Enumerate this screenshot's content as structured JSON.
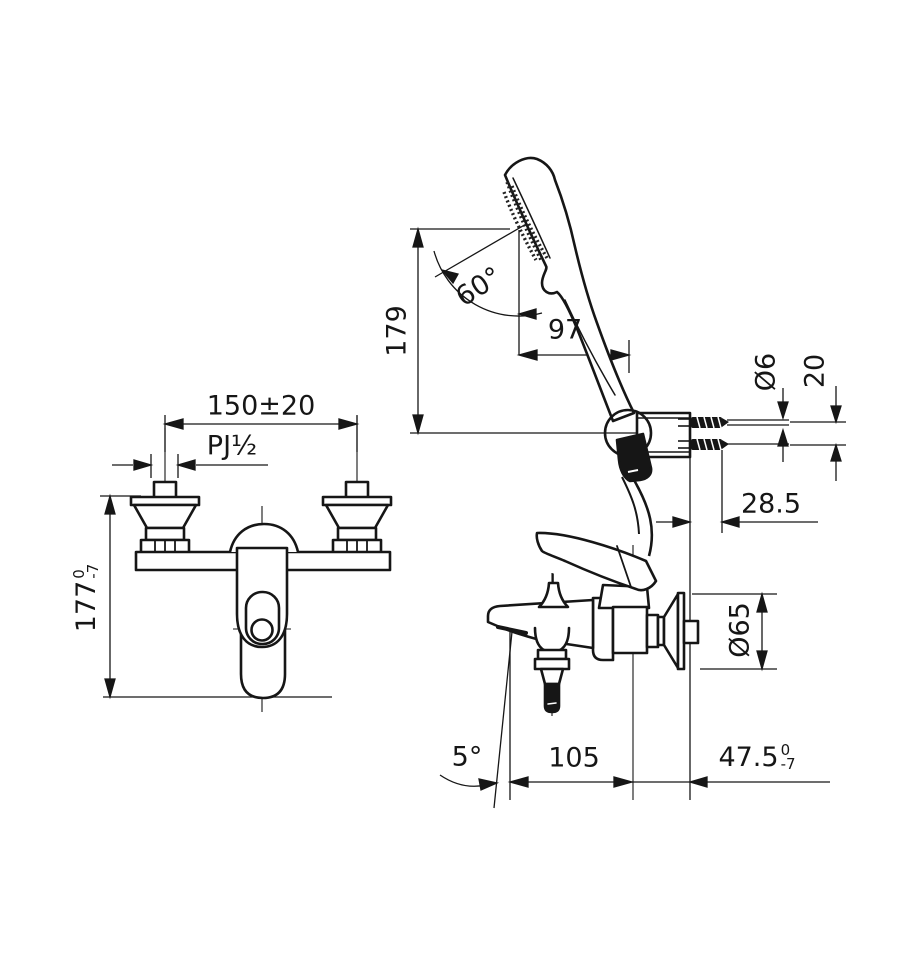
{
  "drawing": {
    "type": "technical-dimension-drawing",
    "subject": "wall-mounted bath shower mixer faucet with hand shower",
    "colors": {
      "line": "#161616",
      "background": "#ffffff"
    },
    "views": {
      "hand_shower": {
        "height": "179",
        "angle": "60°",
        "reach": "97"
      },
      "wall_bracket_screws": {
        "screw_diameter": "Ø6",
        "screw_spacing": "20",
        "screw_length": "28.5"
      },
      "front_view": {
        "mount_centers": "150±20",
        "thread": "PJ½",
        "body_height": "177",
        "body_height_tol_upper": "0",
        "body_height_tol_lower": "-7"
      },
      "side_view": {
        "spout_angle": "5°",
        "spout_reach": "105",
        "wall_offset": "47.5",
        "wall_offset_tol_upper": "0",
        "wall_offset_tol_lower": "-7",
        "flange_diameter": "Ø65"
      }
    }
  }
}
